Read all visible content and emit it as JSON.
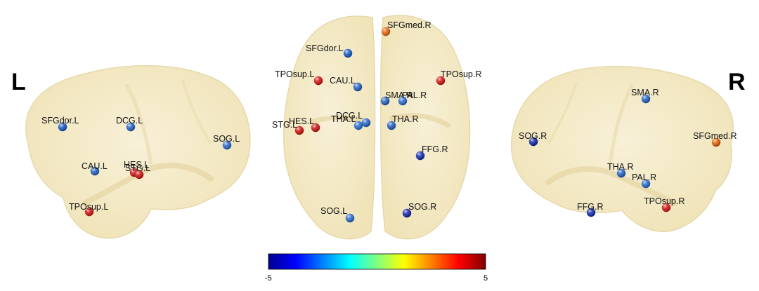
{
  "hemisphere_labels": {
    "left": "L",
    "right": "R"
  },
  "colorbar": {
    "min_label": "-5",
    "max_label": "5",
    "colors": [
      "#00008f",
      "#0000ff",
      "#0080ff",
      "#00ffff",
      "#80ff80",
      "#ffff00",
      "#ff8000",
      "#ff0000",
      "#800000"
    ]
  },
  "views": {
    "left_lateral": {
      "nodes": [
        {
          "name": "SFGdor.L",
          "color": "#1f5fc8"
        },
        {
          "name": "DCG.L",
          "color": "#2a68c9"
        },
        {
          "name": "SOG.L",
          "color": "#2f6fd0"
        },
        {
          "name": "CAU.L",
          "color": "#2a66c5"
        },
        {
          "name": "HES.L",
          "color": "#c81d1d"
        },
        {
          "name": "STG.L",
          "color": "#d21818"
        },
        {
          "name": "TPOsup.L",
          "color": "#d51b1b"
        }
      ]
    },
    "dorsal": {
      "nodes": [
        {
          "name": "SFGmed.R",
          "color": "#ea6a12"
        },
        {
          "name": "SFGdor.L",
          "color": "#1f5fc8"
        },
        {
          "name": "TPOsup.L",
          "color": "#d41a1a"
        },
        {
          "name": "CAU.L",
          "color": "#2a66c5"
        },
        {
          "name": "TPOsup.R",
          "color": "#d51b1b"
        },
        {
          "name": "SMA.R",
          "color": "#2a66c5"
        },
        {
          "name": "PAL.R",
          "color": "#2f6fd0"
        },
        {
          "name": "STG.L",
          "color": "#d21818"
        },
        {
          "name": "HES.L",
          "color": "#cc1c1c"
        },
        {
          "name": "DCG.L",
          "color": "#2a68c9"
        },
        {
          "name": "THA.L",
          "color": "#3074d4"
        },
        {
          "name": "THA.R",
          "color": "#2a66c5"
        },
        {
          "name": "FFG.R",
          "color": "#1a33b3"
        },
        {
          "name": "SOG.L",
          "color": "#2f6fd0"
        },
        {
          "name": "SOG.R",
          "color": "#1c2aa8"
        }
      ]
    },
    "right_lateral": {
      "nodes": [
        {
          "name": "SMA.R",
          "color": "#2a66c5"
        },
        {
          "name": "SOG.R",
          "color": "#1c2aa8"
        },
        {
          "name": "SFGmed.R",
          "color": "#e0650f"
        },
        {
          "name": "THA.R",
          "color": "#2a66c5"
        },
        {
          "name": "PAL.R",
          "color": "#2f6fd0"
        },
        {
          "name": "FFG.R",
          "color": "#1a33b3"
        },
        {
          "name": "TPOsup.R",
          "color": "#d51b1b"
        }
      ]
    }
  }
}
